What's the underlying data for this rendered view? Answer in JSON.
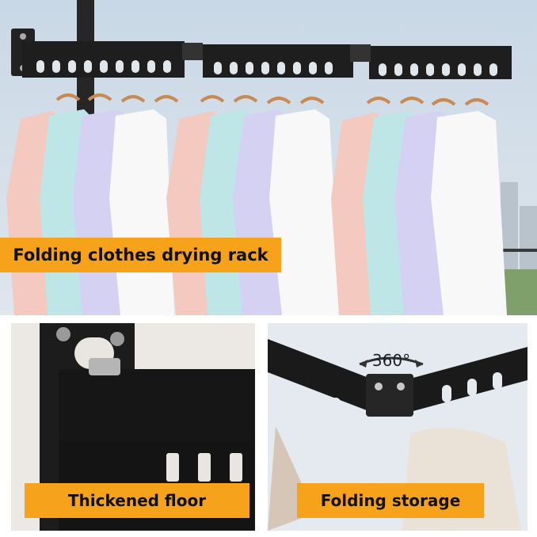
{
  "labels": {
    "main": "Folding clothes drying rack",
    "floor": "Thickened floor",
    "storage": "Folding storage",
    "rotation": "360°"
  },
  "colors": {
    "label_bg": "#f7a21b",
    "label_text": "#111111",
    "rack_metal": "#1e1e1e",
    "shirts": [
      "#f3c9c0",
      "#bfe6e6",
      "#d5d1f2",
      "#f8f8f8"
    ]
  },
  "icons": {
    "rotation": "rotation-arrows-icon"
  }
}
